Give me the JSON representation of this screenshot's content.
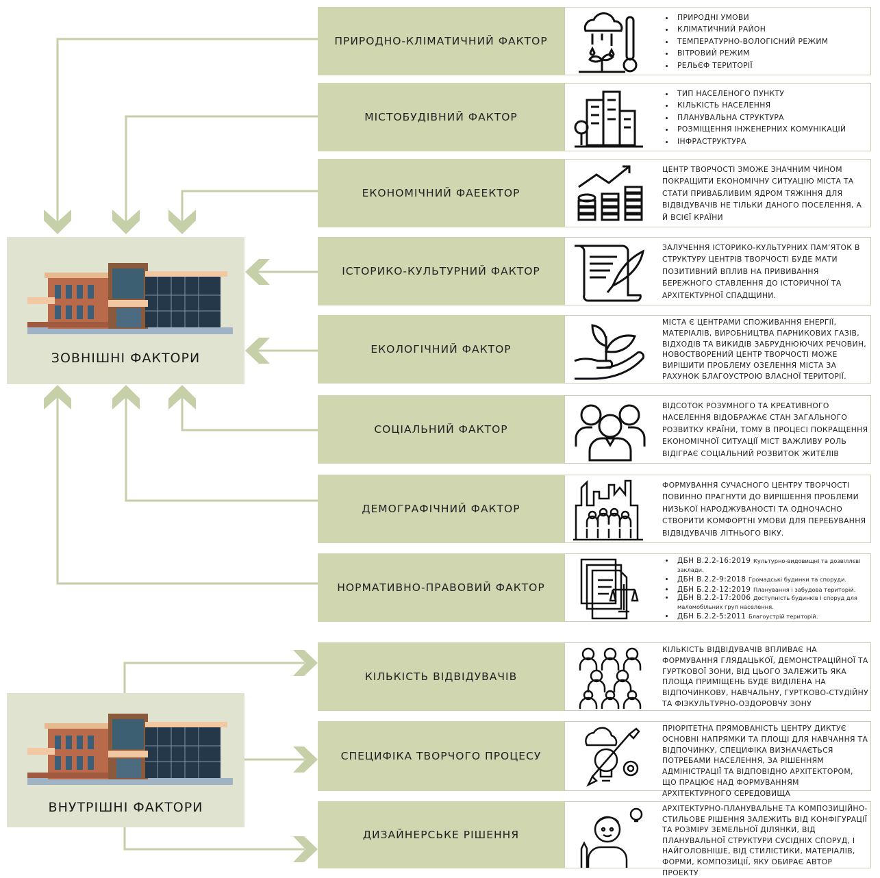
{
  "external": {
    "label": "ЗОВНІШНІ ФАКТОРИ"
  },
  "internal": {
    "label": "ВНУТРІШНІ ФАКТОРИ"
  },
  "external_factors": [
    {
      "title": "ПРИРОДНО-КЛІМАТИЧНИЙ ФАКТОР",
      "icon": "climate-icon",
      "items": [
        "ПРИРОДНІ УМОВИ",
        "КЛІМАТИЧНИЙ РАЙОН",
        "ТЕМПЕРАТУРНО-ВОЛОГІСНИЙ РЕЖИМ",
        "ВІТРОВИЙ РЕЖИМ",
        "РЕЛЬЄФ ТЕРИТОРІЇ"
      ]
    },
    {
      "title": "МІСТОБУДІВНИЙ ФАКТОР",
      "icon": "city-buildings-icon",
      "items": [
        "ТИП НАСЕЛЕНОГО ПУНКТУ",
        "КІЛЬКІСТЬ НАСЕЛЕННЯ",
        "ПЛАНУВАЛЬНА СТРУКТУРА",
        "РОЗМІЩЕННЯ ІНЖЕНЕРНИХ КОМУНІКАЦІЙ",
        "ІНФРАСТРУКТУРА"
      ]
    },
    {
      "title": "ЕКОНОМІЧНИЙ ФАЕЕКТОР",
      "icon": "economy-growth-icon",
      "text": "ЦЕНТР ТВОРЧОСТІ ЗМОЖЕ ЗНАЧНИМ ЧИНОМ ПОКРАЩИТИ ЕКОНОМІЧНУ СИТУАЦІЮ МІСТА ТА СТАТИ ПРИВАБЛИВИМ ЯДРОМ ТЯЖІННЯ ДЛЯ ВІДВІДУВАЧІВ НЕ ТІЛЬКИ ДАНОГО ПОСЕЛЕННЯ, А Й ВСІЄЇ КРАЇНИ"
    },
    {
      "title": "ІСТОРИКО-КУЛЬТУРНИЙ ФАКТОР",
      "icon": "scroll-quill-icon",
      "text": "ЗАЛУЧЕННЯ ІСТОРИКО-КУЛЬТУРНИХ ПАМ’ЯТОК В СТРУКТУРУ ЦЕНТРІВ ТВОРЧОСТІ БУДЕ МАТИ ПОЗИТИВНИЙ ВПЛИВ НА ПРИВИВАННЯ БЕРЕЖНОГО СТАВЛЕННЯ ДО ІСТОРИЧНОЇ ТА АРХІТЕКТУРНОЇ СПАДЩИНИ."
    },
    {
      "title": "ЕКОЛОГІЧНИЙ ФАКТОР",
      "icon": "plant-hand-icon",
      "text": "МІСТА Є ЦЕНТРАМИ СПОЖИВАННЯ ЕНЕРГІЇ, МАТЕРІАЛІВ, ВИРОБНИЦТВА ПАРНИКОВИХ ГАЗІВ, ВІДХОДІВ ТА ВИКИДІВ ЗАБРУДНЮЮЧИХ РЕЧОВИН, НОВОСТВОРЕНИЙ ЦЕНТР ТВОРЧОСТІ МОЖЕ ВИРІШИТИ ПРОБЛЕМУ ОЗЕЛЕННЯ МІСТА ЗА РАХУНОК БЛАГОУСТРОЮ ВЛАСНОЇ ТЕРИТОРІЇ."
    },
    {
      "title": "СОЦІАЛЬНИЙ ФАКТОР",
      "icon": "people-group-icon",
      "text": "ВІДСОТОК РОЗУМНОГО ТА КРЕАТИВНОГО НАСЕЛЕННЯ ВІДОБРАЖАЄ СТАН ЗАГАЛЬНОГО РОЗВИТКУ КРАЇНИ, ТОМУ В ПРОЦЕСІ ПОКРАЩЕННЯ ЕКОНОМІЧНОЇ СИТУАЦІЇ МІСТ ВАЖЛИВУ РОЛЬ ВІДІГРАЄ СОЦІАЛЬНИЙ РОЗВИТОК ЖИТЕЛІВ"
    },
    {
      "title": "ДЕМОГРАФІЧНИЙ ФАКТОР",
      "icon": "crowd-city-icon",
      "text": "ФОРМУВАННЯ СУЧАСНОГО ЦЕНТРУ ТВОРЧОСТІ ПОВИННО ПРАГНУТИ ДО ВИРІШЕННЯ ПРОБЛЕМИ НИЗЬКОЇ НАРОДЖУВАНОСТІ ТА ОДНОЧАСНО СТВОРИТИ КОМФОРТНІ УМОВИ ДЛЯ ПЕРЕБУВАННЯ ВІДВІДУВАЧІВ ЛІТНЬОГО ВІКУ."
    },
    {
      "title": "НОРМАТИВНО-ПРАВОВИЙ ФАКТОР",
      "icon": "legal-documents-icon",
      "norms": [
        {
          "code": "ДБН В.2.2-16:2019",
          "text": "Культурно-видовищні та дозвіллєві заклади."
        },
        {
          "code": "ДБН В.2.2-9:2018",
          "text": "Громадські будинки та споруди."
        },
        {
          "code": "ДБН Б.2.2-12:2019",
          "text": "Планування і забудова територій."
        },
        {
          "code": "ДБН В.2.2-17:2006",
          "text": "Доступність будинків і споруд для маломобільних груп населення."
        },
        {
          "code": "ДБН Б.2.2-5:2011",
          "text": "Благоустрій територій."
        }
      ]
    }
  ],
  "internal_factors": [
    {
      "title": "КІЛЬКІСТЬ ВІДВІДУВАЧІВ",
      "icon": "visitors-group-icon",
      "text": "КІЛЬКІСТЬ ВІДВІДУВАЧІВ ВПЛИВАЄ НА ФОРМУВАННЯ ГЛЯДАЦЬКОЇ, ДЕМОНСТРАЦІЙНОЇ ТА ГУРТКОВОЇ ЗОНИ, ВІД ЦЬОГО ЗАЛЕЖИТЬ ЯКА ПЛОЩА ПРИМІЩЕНЬ БУДЕ ВИДІЛЕНА НА ВІДПОЧИНКОВУ, НАВЧАЛЬНУ, ГУРТКОВО-СТУДІЙНУ ТА ФІЗКУЛЬТУРНО-ОЗДОРОВЧУ ЗОНУ"
    },
    {
      "title": "СПЕЦИФІКА ТВОРЧОГО ПРОЦЕСУ",
      "icon": "creative-process-icon",
      "text": "ПРІОРІТЕТНА ПРЯМОВАНІСТЬ ЦЕНТРУ ДИКТУЄ ОСНОВНІ НАПРЯМКИ ТА ПЛОЩІ ДЛЯ НАВЧАННЯ ТА ВІДПОЧИНКУ, СПЕЦИФІКА ВИЗНАЧАЄТЬСЯ ПОТРЕБАМИ НАСЕЛЕННЯ, ЗА РІШЕННЯМ АДМІНІСТРАЦІЇ ТА ВІДПОВІДНО АРХІТЕКТОРОМ, ЩО ПРАЦЮЄ НАД ФОРМУВАННЯМ АРХІТЕКТУРНОГО СЕРЕДОВИЩА"
    },
    {
      "title": "ДИЗАЙНЕРСЬКЕ РІШЕННЯ",
      "icon": "designer-idea-icon",
      "text": "АРХІТЕКТУРНО-ПЛАНУВАЛЬНЕ ТА КОМПОЗИЦІЙНО-СТИЛЬОВЕ РІШЕННЯ ЗАЛЕЖИТЬ ВІД КОНФІГУРАЦІЇ ТА РОЗМІРУ ЗЕМЕЛЬНОЇ ДІЛЯНКИ, ВІД ПЛАНУВАЛЬНОЇ СТРУКТУРИ СУСІДНІХ СПОРУД, І НАЙГОЛОВНІШЕ, ВІД СТИЛІСТИКИ, МАТЕРІАЛІВ, ФОРМИ, КОМПОЗИЦІЇ, ЯКУ ОБИРАЄ АВТОР ПРОЕКТУ"
    }
  ],
  "colors": {
    "line": "#c5cfa8",
    "factor_bg": "#cfd6b0",
    "main_bg": "#dfe3cf",
    "border": "#c9cfb0"
  }
}
